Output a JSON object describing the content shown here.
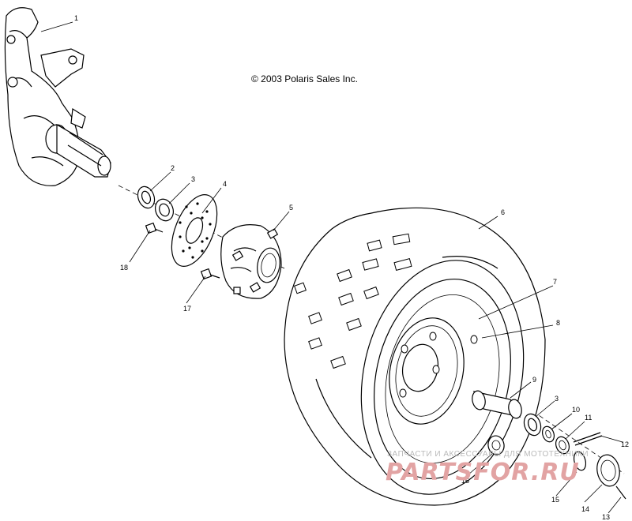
{
  "copyright": "© 2003 Polaris Sales Inc.",
  "watermark": {
    "line1": "ЗАПЧАСТИ И АКСЕССУАРЫ ДЛЯ МОТОТЕХНИКИ",
    "line2": "PARTSFOR.RU"
  },
  "callouts": {
    "c1": "1",
    "c2": "2",
    "c3a": "3",
    "c3b": "3",
    "c4": "4",
    "c5": "5",
    "c6": "6",
    "c7": "7",
    "c8": "8",
    "c9": "9",
    "c10": "10",
    "c11": "11",
    "c12": "12",
    "c13": "13",
    "c14": "14",
    "c15": "15",
    "c16": "16",
    "c17": "17",
    "c18": "18"
  },
  "colors": {
    "line": "#000000",
    "watermark_gray": "#b9b9b9",
    "watermark_red": "#e2a3a3"
  }
}
